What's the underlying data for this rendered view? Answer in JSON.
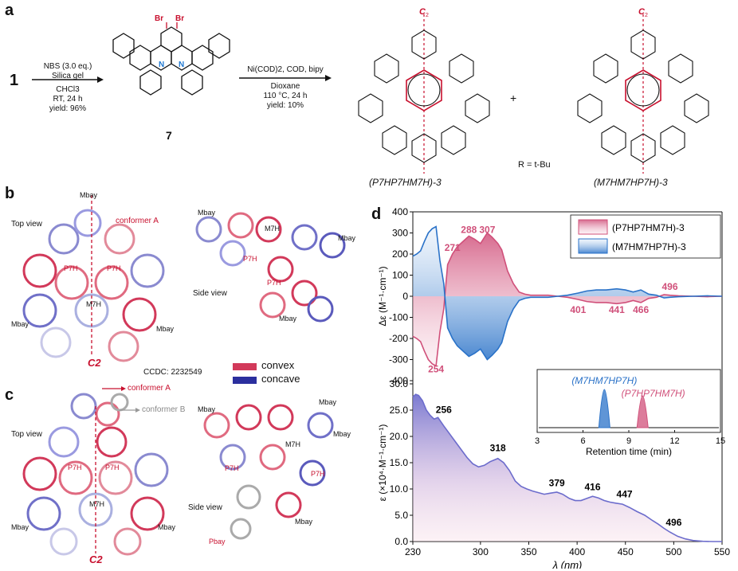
{
  "panels": {
    "a": "a",
    "b": "b",
    "c": "c",
    "d": "d"
  },
  "scheme": {
    "compound1": "1",
    "step1": {
      "line1": "NBS (3.0 eq.)",
      "line2": "Silica gel",
      "line3": "CHCl3",
      "line4": "RT, 24 h",
      "line5": "yield: 96%"
    },
    "compound7": "7",
    "br": "Br",
    "step2": {
      "line1": "Ni(COD)2, COD, bipy",
      "line2": "Dioxane",
      "line3": "110 °C, 24 h",
      "line4": "yield: 10%"
    },
    "plus": "+",
    "r_label": "R",
    "r_def": "R = t-Bu",
    "product1": "(P7HP7HM7H)-3",
    "product2": "(M7HM7HP7H)-3",
    "c2": "C2",
    "n": "N"
  },
  "panel_b": {
    "top_view": "Top view",
    "side_view": "Side view",
    "conformer_a": "conformer A",
    "ccdc": "CCDC: 2232549",
    "m_bay": "Mbay",
    "p_7h": "P7H",
    "m_7h": "M7H",
    "c2": "C2"
  },
  "panel_c": {
    "top_view": "Top view",
    "side_view": "Side view",
    "conformer_a": "conformer A",
    "conformer_b": "conformer B",
    "m_bay": "Mbay",
    "p_bay": "Pbay",
    "p_7h": "P7H",
    "m_7h": "M7H",
    "c2": "C2"
  },
  "legend_bc": {
    "convex": "convex",
    "concave": "concave",
    "convex_color": "#d2395a",
    "concave_color": "#2b2f9e"
  },
  "chart_data": [
    {
      "type": "line",
      "name": "CD spectrum",
      "ylabel": "Δε (M⁻¹·cm⁻¹)",
      "ylim": [
        -400,
        400
      ],
      "yticks": [
        400,
        300,
        200,
        100,
        0,
        -100,
        -200,
        -300,
        -400
      ],
      "xlim": [
        230,
        550
      ],
      "legend": [
        "(P7HP7HM7H)-3",
        "(M7HM7HP7H)-3"
      ],
      "legend_position": "top-right",
      "colors": {
        "P": "#d0507a",
        "M": "#2a72c8"
      },
      "annotations": [
        "271",
        "288",
        "307",
        "254",
        "401",
        "441",
        "466",
        "496"
      ],
      "series": [
        {
          "name": "(P7HP7HM7H)-3",
          "x": [
            230,
            234,
            238,
            242,
            246,
            250,
            254,
            258,
            262,
            266,
            271,
            276,
            282,
            288,
            294,
            300,
            307,
            312,
            318,
            322,
            328,
            334,
            340,
            346,
            352,
            360,
            370,
            380,
            390,
            401,
            410,
            420,
            430,
            441,
            450,
            458,
            466,
            474,
            482,
            490,
            496,
            505,
            520,
            535,
            550
          ],
          "y": [
            -190,
            -200,
            -215,
            -260,
            -300,
            -320,
            -330,
            -170,
            -60,
            150,
            200,
            235,
            260,
            285,
            270,
            250,
            300,
            280,
            250,
            220,
            120,
            60,
            20,
            10,
            5,
            5,
            5,
            0,
            -5,
            -15,
            -25,
            -30,
            -30,
            -35,
            -30,
            -20,
            -30,
            -10,
            -5,
            8,
            5,
            2,
            0,
            -2,
            0
          ]
        },
        {
          "name": "(M7HM7HP7H)-3",
          "x": [
            230,
            234,
            238,
            242,
            246,
            250,
            254,
            258,
            262,
            266,
            271,
            276,
            282,
            288,
            294,
            300,
            307,
            312,
            318,
            322,
            328,
            334,
            340,
            346,
            352,
            360,
            370,
            380,
            390,
            401,
            410,
            420,
            430,
            441,
            450,
            458,
            466,
            474,
            482,
            490,
            496,
            505,
            520,
            535,
            550
          ],
          "y": [
            190,
            200,
            215,
            260,
            300,
            320,
            330,
            170,
            60,
            -150,
            -200,
            -235,
            -260,
            -285,
            -270,
            -250,
            -300,
            -280,
            -250,
            -220,
            -120,
            -60,
            -20,
            -10,
            -5,
            -5,
            -5,
            0,
            5,
            15,
            25,
            30,
            30,
            35,
            30,
            20,
            30,
            10,
            5,
            -8,
            -5,
            -2,
            0,
            2,
            0
          ]
        }
      ]
    },
    {
      "type": "area",
      "name": "UV-vis absorption",
      "xlabel": "λ (nm)",
      "ylabel": "ε (×10⁴·M⁻¹·cm⁻¹)",
      "xlim": [
        230,
        550
      ],
      "ylim": [
        0,
        30
      ],
      "xticks": [
        230,
        300,
        350,
        400,
        450,
        500,
        550
      ],
      "yticks": [
        0.0,
        5.0,
        10.0,
        15.0,
        20.0,
        25.0,
        30.0
      ],
      "color": "#6c6ccc",
      "annotations": [
        "256",
        "318",
        "379",
        "416",
        "447",
        "496"
      ],
      "series": [
        {
          "name": "",
          "x": [
            230,
            233,
            236,
            240,
            244,
            248,
            252,
            256,
            262,
            268,
            274,
            280,
            286,
            292,
            298,
            304,
            310,
            318,
            324,
            330,
            336,
            342,
            348,
            354,
            360,
            366,
            372,
            379,
            385,
            392,
            398,
            404,
            410,
            416,
            422,
            428,
            434,
            440,
            447,
            454,
            462,
            470,
            478,
            484,
            490,
            496,
            504,
            512,
            520,
            530,
            540,
            550
          ],
          "y": [
            27.5,
            28.0,
            27.8,
            26.8,
            25.0,
            24.0,
            23.3,
            23.6,
            22.0,
            20.5,
            19.0,
            17.5,
            16.0,
            14.8,
            14.2,
            14.5,
            15.2,
            15.8,
            15.0,
            13.5,
            11.5,
            10.5,
            10.0,
            9.6,
            9.3,
            9.0,
            9.2,
            9.4,
            9.0,
            8.2,
            7.8,
            7.8,
            8.2,
            8.6,
            8.3,
            7.8,
            7.5,
            7.3,
            7.1,
            6.5,
            5.7,
            5.0,
            4.0,
            3.3,
            2.5,
            1.8,
            1.0,
            0.5,
            0.2,
            0.05,
            0.0,
            0.0
          ]
        }
      ]
    },
    {
      "type": "line",
      "name": "HPLC chromatogram",
      "xlabel": "Retention time (min)",
      "xlim": [
        3,
        15
      ],
      "xticks": [
        3,
        6,
        9,
        12,
        15
      ],
      "labels": [
        "(M7HM7HP7H)",
        "(P7HP7HM7H)"
      ],
      "series": [
        {
          "name": "(M7HM7HP7H)",
          "peak_x": 7.4,
          "color": "#2a72c8"
        },
        {
          "name": "(P7HP7HM7H)",
          "peak_x": 9.9,
          "color": "#d0507a"
        }
      ]
    }
  ]
}
